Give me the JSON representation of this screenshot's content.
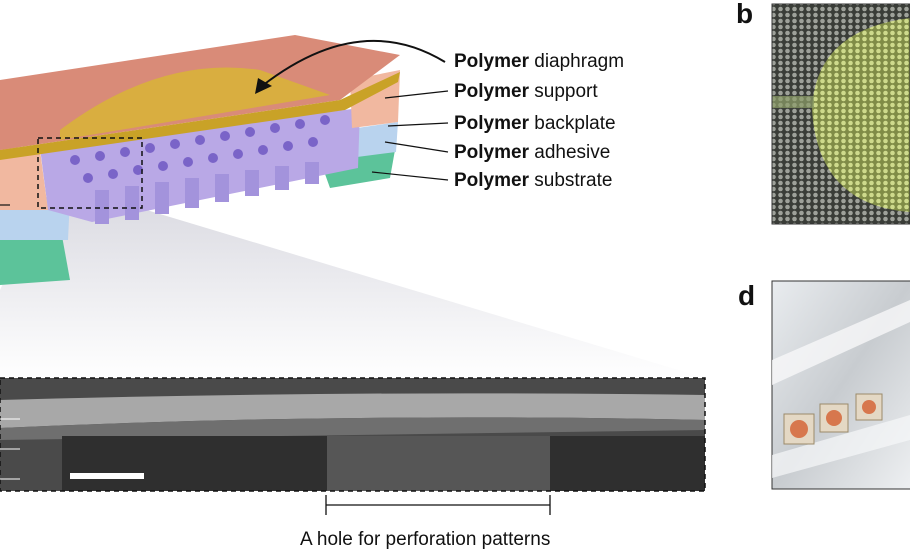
{
  "panel_a": {
    "layers": [
      {
        "bold": "Polymer",
        "rest": " diaphragm"
      },
      {
        "bold": "Polymer",
        "rest": " support"
      },
      {
        "bold": "Polymer",
        "rest": " backplate"
      },
      {
        "bold": "Polymer",
        "rest": " adhesive"
      },
      {
        "bold": "Polymer",
        "rest": " substrate"
      }
    ],
    "caption": "A hole for perforation patterns"
  },
  "panel_b": {
    "letter": "b"
  },
  "panel_d": {
    "letter": "d"
  },
  "colors": {
    "diaphragm": "#c9a227",
    "support": "#f1b8a0",
    "backplate": "#b9a8e6",
    "adhesive": "#b9d3ee",
    "substrate": "#5cc39a"
  }
}
